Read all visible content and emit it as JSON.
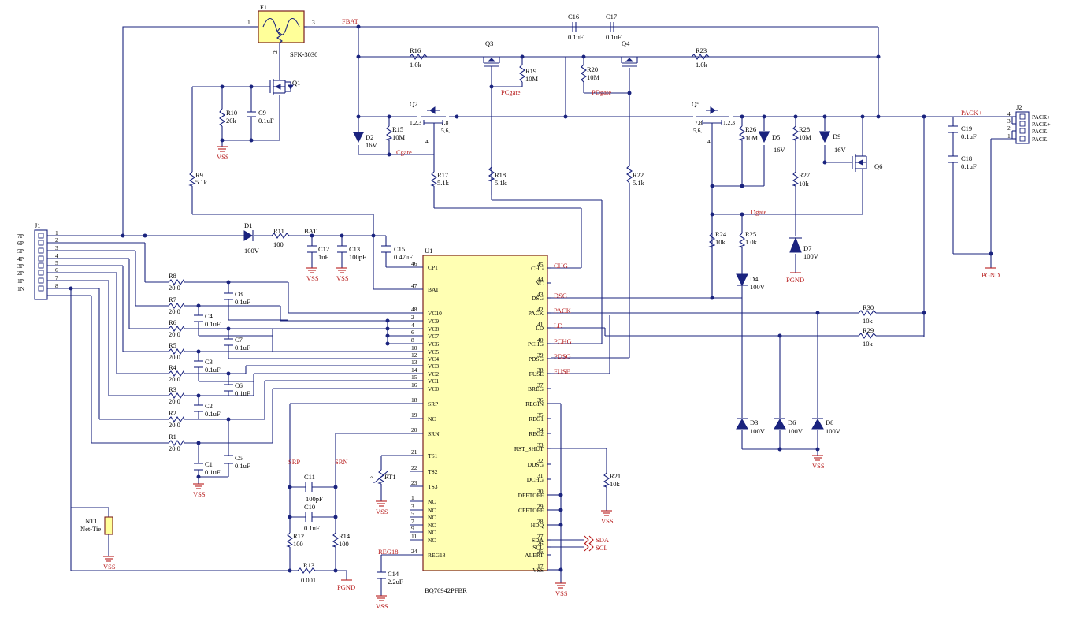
{
  "ic": {
    "ref": "U1",
    "part": "BQ76942PFBR",
    "left_pins": [
      {
        "num": "46",
        "name": "CP1"
      },
      {
        "num": "47",
        "name": "BAT"
      },
      {
        "num": "48",
        "name": "VC10"
      },
      {
        "num": "2",
        "name": "VC9"
      },
      {
        "num": "4",
        "name": "VC8"
      },
      {
        "num": "6",
        "name": "VC7"
      },
      {
        "num": "8",
        "name": "VC6"
      },
      {
        "num": "10",
        "name": "VC5"
      },
      {
        "num": "12",
        "name": "VC4"
      },
      {
        "num": "13",
        "name": "VC3"
      },
      {
        "num": "14",
        "name": "VC2"
      },
      {
        "num": "15",
        "name": "VC1"
      },
      {
        "num": "16",
        "name": "VC0"
      },
      {
        "num": "18",
        "name": "SRP"
      },
      {
        "num": "19",
        "name": "NC"
      },
      {
        "num": "20",
        "name": "SRN"
      },
      {
        "num": "21",
        "name": "TS1"
      },
      {
        "num": "22",
        "name": "TS2"
      },
      {
        "num": "23",
        "name": "TS3"
      },
      {
        "num": "1",
        "name": "NC"
      },
      {
        "num": "3",
        "name": "NC"
      },
      {
        "num": "5",
        "name": "NC"
      },
      {
        "num": "7",
        "name": "NC"
      },
      {
        "num": "9",
        "name": "NC"
      },
      {
        "num": "11",
        "name": "NC"
      },
      {
        "num": "24",
        "name": "REG18"
      }
    ],
    "right_pins": [
      {
        "num": "45",
        "name": "CHG"
      },
      {
        "num": "44",
        "name": "NC"
      },
      {
        "num": "43",
        "name": "DSG"
      },
      {
        "num": "42",
        "name": "PACK"
      },
      {
        "num": "41",
        "name": "LD"
      },
      {
        "num": "40",
        "name": "PCHG"
      },
      {
        "num": "39",
        "name": "PDSG"
      },
      {
        "num": "38",
        "name": "FUSE"
      },
      {
        "num": "37",
        "name": "BREG"
      },
      {
        "num": "36",
        "name": "REGIN"
      },
      {
        "num": "35",
        "name": "REG1"
      },
      {
        "num": "34",
        "name": "REG2"
      },
      {
        "num": "33",
        "name": "RST_SHUT"
      },
      {
        "num": "32",
        "name": "DDSG"
      },
      {
        "num": "31",
        "name": "DCHG"
      },
      {
        "num": "30",
        "name": "DFETOFF"
      },
      {
        "num": "29",
        "name": "CFETOFF"
      },
      {
        "num": "28",
        "name": "HDQ"
      },
      {
        "num": "27",
        "name": "SDA"
      },
      {
        "num": "26",
        "name": "SCL"
      },
      {
        "num": "25",
        "name": "ALERT"
      },
      {
        "num": "17",
        "name": "VSS"
      }
    ]
  },
  "nets": {
    "fbat": "FBAT",
    "bat": "BAT",
    "pcgate": "PCgate",
    "pdgate": "PDgate",
    "cgate": "Cgate",
    "dgate": "Dgate",
    "packp": "PACK+",
    "chg": "CHG",
    "dsg": "DSG",
    "pack": "PACK",
    "ld": "LD",
    "pchg": "PCHG",
    "pdsg": "PDSG",
    "fuse": "FUSE",
    "srp": "SRP",
    "srn": "SRN",
    "reg18": "REG18",
    "sda": "SDA",
    "scl": "SCL"
  },
  "power": {
    "vss": "VSS",
    "pgnd": "PGND"
  },
  "fuse": {
    "ref": "F1",
    "part": "SFK-3030",
    "p1": "1",
    "p2": "3",
    "p3": "2"
  },
  "j1": {
    "ref": "J1",
    "labels": [
      "7P",
      "6P",
      "5P",
      "4P",
      "3P",
      "2P",
      "1P",
      "1N"
    ],
    "pins": [
      "1",
      "2",
      "3",
      "4",
      "5",
      "6",
      "7",
      "8"
    ]
  },
  "j2": {
    "ref": "J2",
    "labels": [
      "PACK+",
      "PACK+",
      "PACK-",
      "PACK-"
    ],
    "pins": [
      "4",
      "3",
      "2",
      "1"
    ]
  },
  "filter_r": [
    {
      "ref": "R8",
      "val": "20.0"
    },
    {
      "ref": "R7",
      "val": "20.0"
    },
    {
      "ref": "R6",
      "val": "20.0"
    },
    {
      "ref": "R5",
      "val": "20.0"
    },
    {
      "ref": "R4",
      "val": "20.0"
    },
    {
      "ref": "R3",
      "val": "20.0"
    },
    {
      "ref": "R2",
      "val": "20.0"
    },
    {
      "ref": "R1",
      "val": "20.0"
    }
  ],
  "filter_c": [
    {
      "ref": "C8",
      "val": "0.1uF"
    },
    {
      "ref": "C4",
      "val": "0.1uF"
    },
    {
      "ref": "C7",
      "val": "0.1uF"
    },
    {
      "ref": "C3",
      "val": "0.1uF"
    },
    {
      "ref": "C6",
      "val": "0.1uF"
    },
    {
      "ref": "C2",
      "val": "0.1uF"
    },
    {
      "ref": "C5",
      "val": "0.1uF"
    },
    {
      "ref": "C1",
      "val": "0.1uF"
    }
  ],
  "parts": {
    "q1": "Q1",
    "q2": "Q2",
    "q3": "Q3",
    "q4": "Q4",
    "q5": "Q5",
    "q6": "Q6",
    "q2pins_a": "1,2,3",
    "q2pins_b": "7,8",
    "q2pins_c": "5,6,",
    "q2pins_d": "4",
    "q5pins_a": "7,8",
    "q5pins_b": "1,2,3",
    "q5pins_c": "5,6,",
    "q5pins_d": "4",
    "r10": "R10",
    "r10v": "20k",
    "c9": "C9",
    "c9v": "0.1uF",
    "r9": "R9",
    "r9v": "5.1k",
    "d1": "D1",
    "d1v": "100V",
    "r11": "R11",
    "r11v": "100",
    "c12": "C12",
    "c12v": "1uF",
    "c13": "C13",
    "c13v": "100pF",
    "c15": "C15",
    "c15v": "0.47uF",
    "c16": "C16",
    "c16v": "0.1uF",
    "c17": "C17",
    "c17v": "0.1uF",
    "r16": "R16",
    "r16v": "1.0k",
    "r19": "R19",
    "r19v": "10M",
    "r20": "R20",
    "r20v": "10M",
    "r23": "R23",
    "r23v": "1.0k",
    "d2": "D2",
    "d2v": "16V",
    "r15": "R15",
    "r15v": "10M",
    "r17": "R17",
    "r17v": "5.1k",
    "r18": "R18",
    "r18v": "5.1k",
    "r22": "R22",
    "r22v": "5.1k",
    "r26": "R26",
    "r26v": "10M",
    "d5": "D5",
    "d5v": "16V",
    "r28": "R28",
    "r28v": "10M",
    "d9": "D9",
    "d9v": "16V",
    "r27": "R27",
    "r27v": "10k",
    "c19": "C19",
    "c19v": "0.1uF",
    "c18": "C18",
    "c18v": "0.1uF",
    "d7": "D7",
    "d7v": "100V",
    "r24": "R24",
    "r24v": "10k",
    "r25": "R25",
    "r25v": "1.0k",
    "d4": "D4",
    "d4v": "100V",
    "r30": "R30",
    "r30v": "10k",
    "r29": "R29",
    "r29v": "10k",
    "d3": "D3",
    "d3v": "100V",
    "d6": "D6",
    "d6v": "100V",
    "d8": "D8",
    "d8v": "100V",
    "r21": "R21",
    "r21v": "10k",
    "rt1": "RT1",
    "rt1t": "°",
    "c11": "C11",
    "c11v": "100pF",
    "c10": "C10",
    "c10v": "0.1uF",
    "r12": "R12",
    "r12v": "100",
    "r14": "R14",
    "r14v": "100",
    "r13": "R13",
    "r13v": "0.001",
    "c14": "C14",
    "c14v": "2.2uF",
    "nt1": "NT1",
    "nt1v": "Net-Tie"
  }
}
